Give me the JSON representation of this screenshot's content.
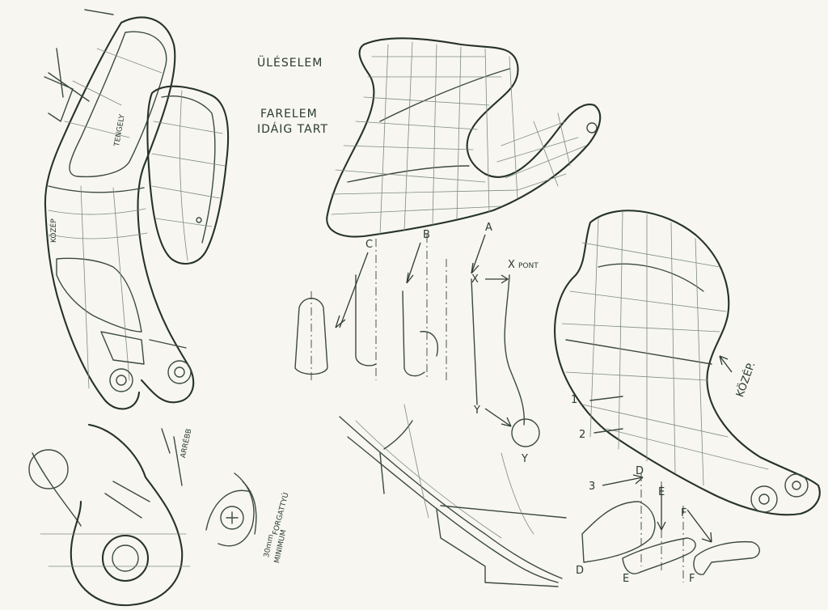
{
  "annotations": {
    "seat_part": "ÜLÉSELEM",
    "back_part_line1": "FARELEM",
    "back_part_line2": "IDÁIG TART",
    "center_left": "KÖZÉP",
    "center_right": "KÖZÉP.",
    "pivot_text_left": "TENGELY",
    "joint_text": "FORGATTYÚ",
    "clearance_line1": "30mm",
    "clearance_line2": "MINIMUM",
    "axis_text": "ARRÉBB"
  },
  "section_labels": {
    "c": "C",
    "b": "B",
    "a": "A",
    "x1": "X",
    "x2": "X",
    "x_point": "PONT",
    "y1": "Y",
    "y2": "Y",
    "d_top": "D",
    "e_top": "E",
    "f_top": "F",
    "d_bottom": "D",
    "e_bottom": "E",
    "f_bottom": "F",
    "n1": "1",
    "n2": "2",
    "n3": "3"
  }
}
